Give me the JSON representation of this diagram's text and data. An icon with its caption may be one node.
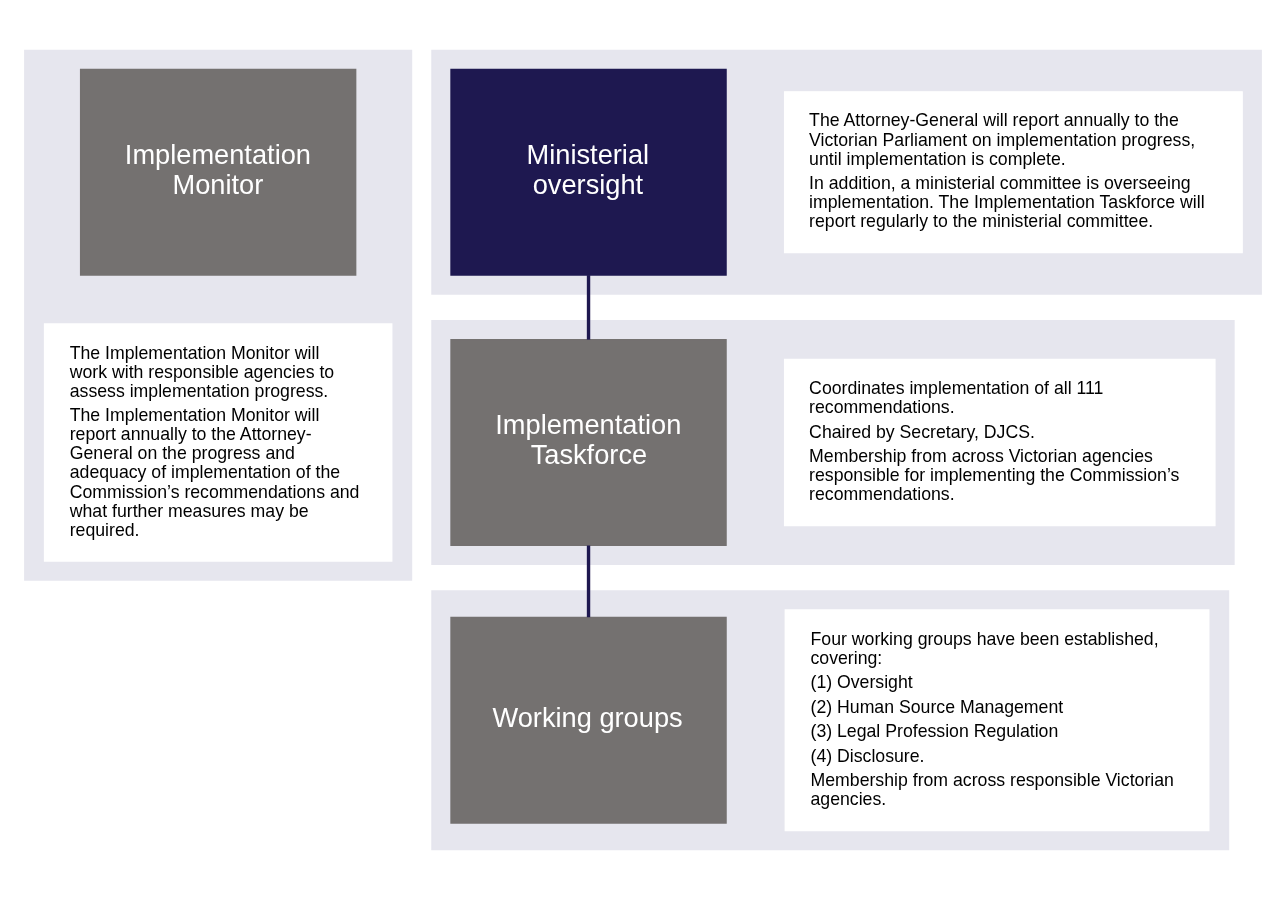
{
  "diagram": {
    "nodes": [
      {
        "text": [],
        "shape": "box"
      },
      {
        "text": [
          "Implementation Monitor"
        ],
        "in": 0
      },
      {
        "text": [
          "The Implementation Monitor will work with responsible agencies to assess implementation progress.",
          "The Implementation Monitor will report annually to the Attorney-General on the progress and adequacy of implementation of the Commission’s recommendations and what further measures may be required."
        ],
        "in": 0
      },
      {
        "text": [],
        "shape": "box"
      },
      {
        "text": [
          "Ministerial oversight"
        ],
        "in": 3
      },
      {
        "text": [
          "The Attorney-General will report annually to the Victorian Parliament on implementation progress, until implementation is complete.",
          "In addition, a ministerial committee is overseeing implementation. The Implementation Taskforce will report regularly to the ministerial committee."
        ],
        "in": 3
      },
      {
        "text": [],
        "shape": "box"
      },
      {
        "text": [
          "Implementation Taskforce"
        ],
        "in": 6
      },
      {
        "text": [
          "Coordinates implementation of all 111 recommendations.",
          "Chaired by Secretary, DJCS.",
          "Membership from across Victorian agencies responsible for implementing the Commission’s recommendations."
        ],
        "in": 6
      },
      {
        "text": [],
        "shape": "box"
      },
      {
        "text": [
          "Working groups"
        ],
        "in": 9
      },
      {
        "text": [
          "Four working groups have been established, covering:",
          "(1) Oversight",
          "(2) Human Source Management",
          "(3) Legal Profession Regulation",
          "(4) Disclosure.",
          "Membership from across responsible Victorian agencies."
        ],
        "in": 9
      }
    ],
    "edges": [
      {
        "from": 4,
        "to": 7,
        "arrow": "none"
      },
      {
        "from": 7,
        "to": 10,
        "arrow": "none"
      }
    ]
  }
}
